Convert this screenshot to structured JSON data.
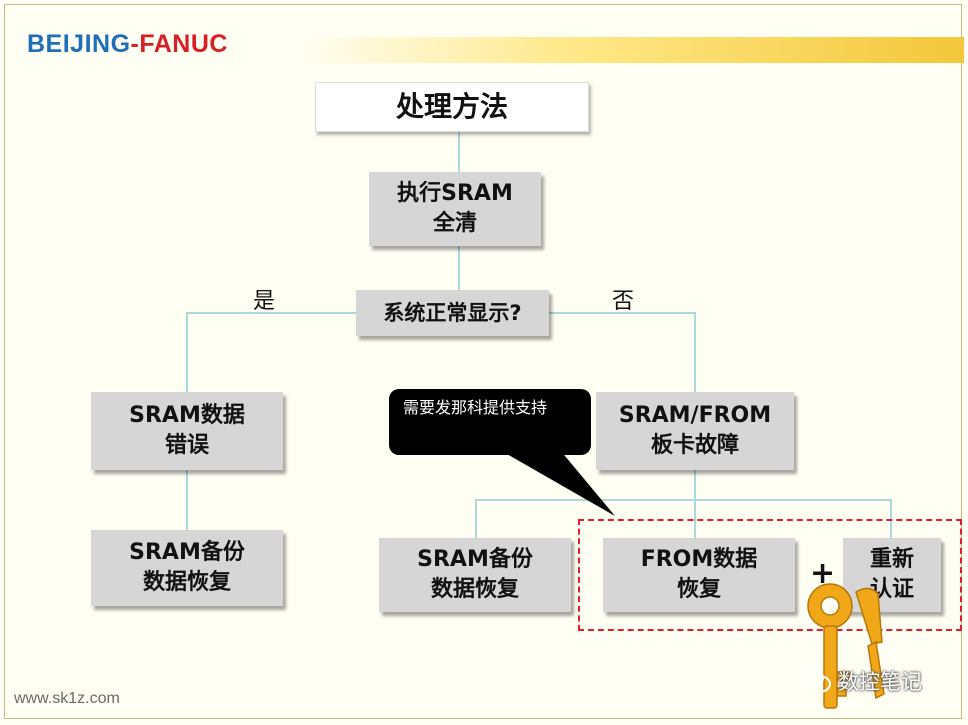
{
  "header": {
    "logo_left": "BEIJING",
    "logo_sep": "-",
    "logo_right": "FANUC"
  },
  "diagram": {
    "title": "处理方法",
    "step1": [
      "执行SRAM",
      "全清"
    ],
    "decision": "系统正常显示?",
    "yes_label": "是",
    "no_label": "否",
    "left_branch": {
      "cause": [
        "SRAM数据",
        "错误"
      ],
      "action": [
        "SRAM备份",
        "数据恢复"
      ]
    },
    "right_branch": {
      "cause": [
        "SRAM/FROM",
        "板卡故障"
      ],
      "actions": [
        [
          "SRAM备份",
          "数据恢复"
        ],
        [
          "FROM数据",
          "恢复"
        ],
        [
          "重新",
          "认证"
        ]
      ],
      "plus": "+"
    },
    "callout": "需要发那科提供支持"
  },
  "footer": {
    "url": "www.sk1z.com",
    "watermark": "数控笔记"
  },
  "colors": {
    "box_fill": "#d6d6d6",
    "connector": "#a9d9dc",
    "dashed_border": "#e21c2a",
    "logo_blue": "#1f6fb8",
    "logo_red": "#d61f26"
  }
}
